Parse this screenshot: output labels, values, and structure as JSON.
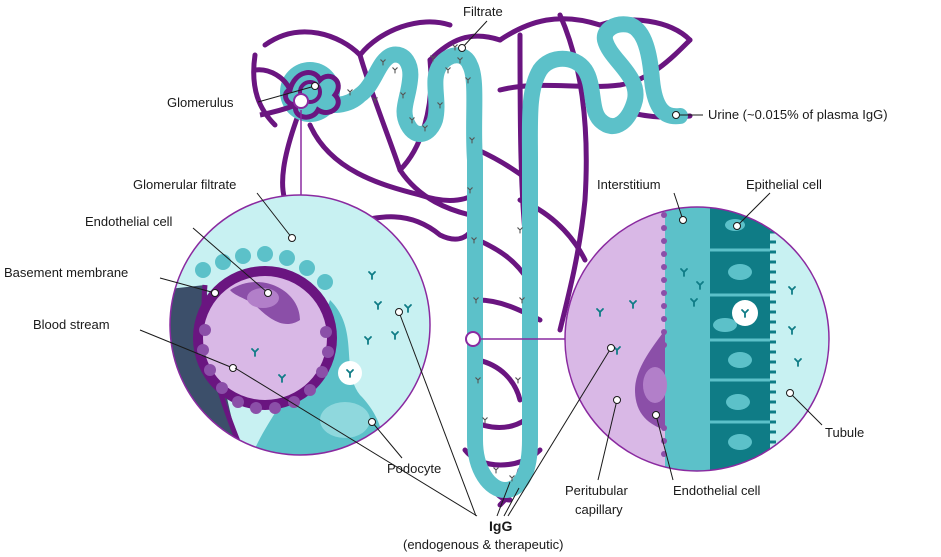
{
  "labels": {
    "filtrate": "Filtrate",
    "glomerulus": "Glomerulus",
    "urine": "Urine (~0.015% of plasma IgG)",
    "glomerular_filtrate": "Glomerular filtrate",
    "endothelial_cell_left": "Endothelial cell",
    "basement_membrane": "Basement membrane",
    "blood_stream": "Blood stream",
    "podocyte": "Podocyte",
    "interstitium": "Interstitium",
    "epithelial_cell": "Epithelial cell",
    "tubule": "Tubule",
    "peritubular_capillary_line1": "Peritubular",
    "peritubular_capillary_line2": "capillary",
    "endothelial_cell_right": "Endothelial cell",
    "igg_title": "IgG",
    "igg_subtitle": "(endogenous & therapeutic)"
  },
  "colors": {
    "vessel_purple": "#6a1580",
    "tubule_teal": "#5cc1c9",
    "filtrate_bg": "#c8f1f2",
    "capillary_lilac": "#d9b8e6",
    "cell_dark_teal": "#0f7c86",
    "antibody_teal": "#0f7c86"
  },
  "icons": [
    "antibody-icon",
    "magnifier-circle"
  ]
}
